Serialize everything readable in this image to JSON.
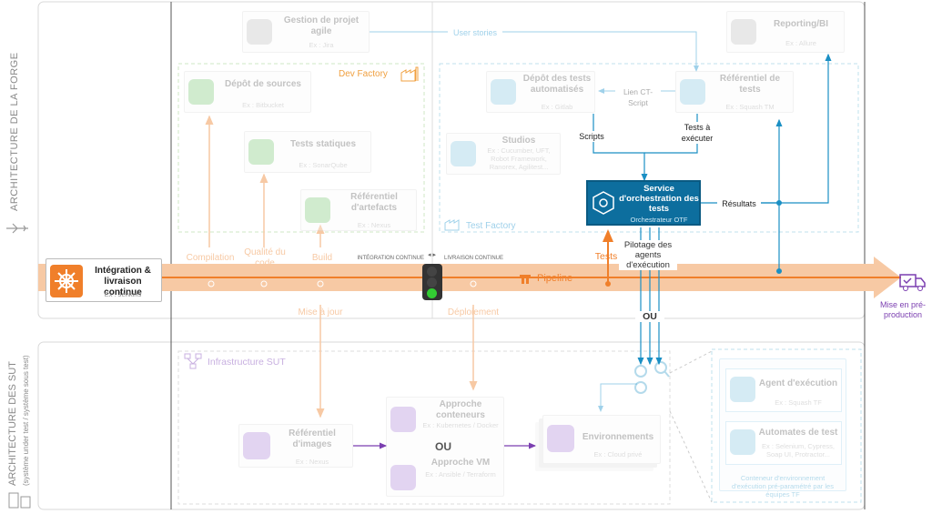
{
  "zones": {
    "forge_label": "ARCHITECTURE DE LA FORGE",
    "sut_label": "ARCHITECTURE DES SUT",
    "sut_sublabel": "(système under test / système sous test)",
    "dev_factory": "Dev Factory",
    "test_factory": "Test Factory",
    "infra_sut": "Infrastructure SUT"
  },
  "boxes": {
    "gestion": {
      "title": "Gestion de projet agile",
      "sub": "Ex : Jira"
    },
    "reporting": {
      "title": "Reporting/BI",
      "sub": "Ex : Allure"
    },
    "depot_sources": {
      "title": "Dépôt de sources",
      "sub": "Ex : Bitbucket"
    },
    "tests_statiques": {
      "title": "Tests statiques",
      "sub": "Ex : SonarQube"
    },
    "ref_artefacts": {
      "title": "Référentiel d'artefacts",
      "sub": "Ex : Nexus"
    },
    "depot_tests": {
      "title": "Dépôt des tests automatisés",
      "sub": "Ex : Gitlab"
    },
    "ref_tests": {
      "title": "Référentiel de tests",
      "sub": "Ex : Squash TM"
    },
    "studios": {
      "title": "Studios",
      "sub": "Ex : Cucumber, UFT, Robot Framework, Ranorex, Agilitest..."
    },
    "orchestration": {
      "title": "Service d'orchestration des tests",
      "sub": "Orchestrateur OTF"
    },
    "ci": {
      "title": "Intégration & livraison continue",
      "sub": "Ex : Jenkins"
    },
    "ref_images": {
      "title": "Référentiel d'images",
      "sub": "Ex : Nexus"
    },
    "conteneurs": {
      "title": "Approche conteneurs",
      "sub": "Ex : Kubernetes / Docker"
    },
    "vm": {
      "title": "Approche VM",
      "sub": "Ex : Ansible / Terraform"
    },
    "environnements": {
      "title": "Environnements",
      "sub": "Ex : Cloud privé"
    },
    "agent": {
      "title": "Agent d'exécution",
      "sub": "Ex : Squash TF"
    },
    "automates": {
      "title": "Automates de test",
      "sub": "Ex : Selenium, Cypress, Soap UI, Protractor..."
    },
    "agents_caption": "Conteneur d'environnement d'exécution pré-paramétré par les équipes TF"
  },
  "labels": {
    "user_stories": "User stories",
    "lien_ct": "Lien CT-Script",
    "scripts": "Scripts",
    "tests_executer": "Tests à exécuter",
    "resultats": "Résultats",
    "compilation": "Compilation",
    "qualite": "Qualité du code",
    "build": "Build",
    "integration": "INTÉGRATION CONTINUE",
    "livraison": "LIVRAISON CONTINUE",
    "tests": "Tests",
    "pilotage": "Pilotage des agents d'exécution",
    "pipeline": "Pipeline",
    "mise_a_jour": "Mise à jour",
    "deploiement": "Déploiement",
    "ou1": "OU",
    "ou2": "OU",
    "mise_en_preprod": "Mise en pré-production"
  },
  "colors": {
    "orange": "#f07f2a",
    "pipeline_band": "#f7c9a4",
    "blue": "#1a8fc4",
    "orch_bg": "#0d6e9e",
    "purple": "#7b3fb0",
    "green": "#6fc36a",
    "traffic_green": "#33cc33"
  }
}
